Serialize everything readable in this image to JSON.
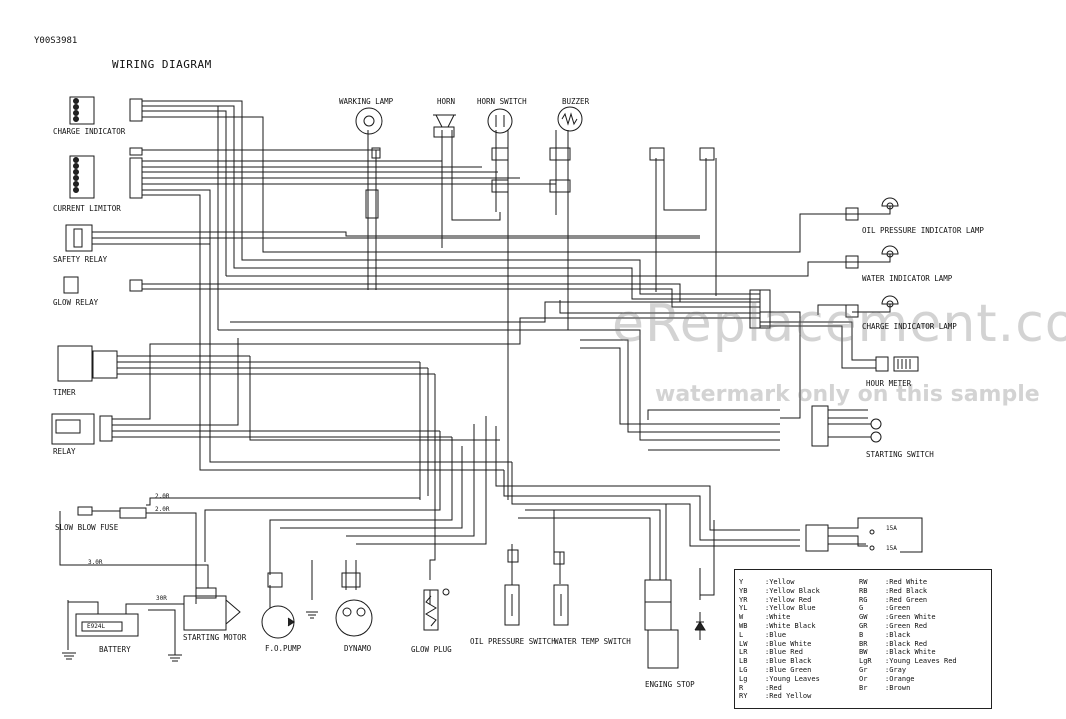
{
  "doc_code": "Y00S3981",
  "title": "WIRING DIAGRAM",
  "components": {
    "charge_indicator": "CHARGE INDICATOR",
    "current_limitor": "CURRENT LIMITOR",
    "safety_relay": "SAFETY RELAY",
    "glow_relay": "GLOW RELAY",
    "timer": "TIMER",
    "relay": "RELAY",
    "slow_blow_fuse": "SLOW BLOW FUSE",
    "battery": "BATTERY",
    "battery_type": "E924L",
    "starting_motor": "STARTING MOTOR",
    "fo_pump": "F.O.PUMP",
    "dynamo": "DYNAMO",
    "glow_plug": "GLOW PLUG",
    "oil_pressure_switch": "OIL PRESSURE SWITCH",
    "water_temp_switch": "WATER TEMP SWITCH",
    "enging_stop": "ENGING STOP",
    "warking_lamp": "WARKING LAMP",
    "horn": "HORN",
    "horn_switch": "HORN SWITCH",
    "buzzer": "BUZZER",
    "oil_pressure_indicator_lamp": "OIL PRESSURE INDICATOR LAMP",
    "water_indicator_lamp": "WATER INDICATOR LAMP",
    "charge_indicator_lamp": "CHARGE INDICATOR LAMP",
    "hour_meter": "HOUR METER",
    "starting_switch": "STARTING SWITCH",
    "fuse_15a_1": "15A",
    "fuse_15a_2": "15A"
  },
  "wire_labels": {
    "w_20r": "2.0R",
    "w_3or": "3.0R",
    "w_30r": "30R",
    "w_20r_fuse": "2.0R"
  },
  "watermark": {
    "main": "eReplacement.com",
    "sub": "watermark only on this sample"
  },
  "legend": {
    "left": [
      {
        "code": "Y",
        "name": ":Yellow"
      },
      {
        "code": "YB",
        "name": ":Yellow Black"
      },
      {
        "code": "YR",
        "name": ":Yellow Red"
      },
      {
        "code": "YL",
        "name": ":Yellow Blue"
      },
      {
        "code": "W",
        "name": ":White"
      },
      {
        "code": "WB",
        "name": ":White Black"
      },
      {
        "code": "L",
        "name": ":Blue"
      },
      {
        "code": "LW",
        "name": ":Blue White"
      },
      {
        "code": "LR",
        "name": ":Blue Red"
      },
      {
        "code": "LB",
        "name": ":Blue Black"
      },
      {
        "code": "LG",
        "name": ":Blue Green"
      },
      {
        "code": "Lg",
        "name": ":Young Leaves"
      },
      {
        "code": "R",
        "name": ":Red"
      },
      {
        "code": "RY",
        "name": ":Red Yellow"
      }
    ],
    "right": [
      {
        "code": "RW",
        "name": ":Red White"
      },
      {
        "code": "RB",
        "name": ":Red Black"
      },
      {
        "code": "RG",
        "name": ":Red Green"
      },
      {
        "code": "G",
        "name": ":Green"
      },
      {
        "code": "GW",
        "name": ":Green White"
      },
      {
        "code": "GR",
        "name": ":Green Red"
      },
      {
        "code": "B",
        "name": ":Black"
      },
      {
        "code": "BR",
        "name": ":Black Red"
      },
      {
        "code": "BW",
        "name": ":Black White"
      },
      {
        "code": "LgR",
        "name": ":Young Leaves Red"
      },
      {
        "code": "Gr",
        "name": ":Gray"
      },
      {
        "code": "Or",
        "name": ":Orange"
      },
      {
        "code": "Br",
        "name": ":Brown"
      }
    ]
  }
}
